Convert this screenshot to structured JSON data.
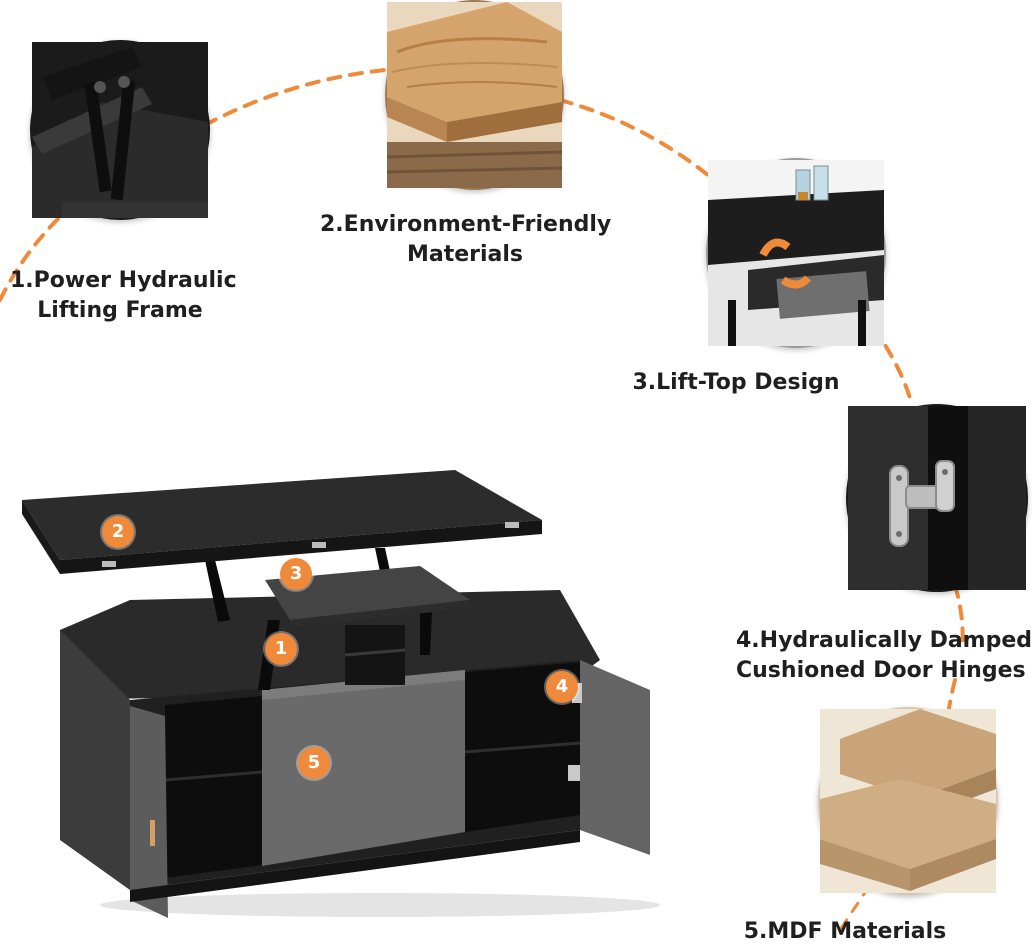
{
  "features": [
    {
      "number": "1",
      "line1": "1.Power Hydraulic",
      "line2": "Lifting Frame",
      "icon": "hydraulic-frame-closeup"
    },
    {
      "number": "2",
      "line1": "2.Environment-Friendly",
      "line2": "Materials",
      "icon": "wood-plank-closeup"
    },
    {
      "number": "3",
      "line1": "3.Lift-Top Design",
      "line2": "",
      "icon": "lift-top-closeup"
    },
    {
      "number": "4",
      "line1": "4.Hydraulically Damped",
      "line2": "Cushioned Door Hinges",
      "icon": "door-hinge-closeup"
    },
    {
      "number": "5",
      "line1": "5.MDF Materials",
      "line2": "",
      "icon": "mdf-board-closeup"
    }
  ],
  "colors": {
    "accent": "#ef8a3b",
    "furniture_dark": "#1e1e1e",
    "furniture_grey": "#5e5e5e",
    "wood": "#c9955a",
    "mdf": "#c8a478"
  }
}
